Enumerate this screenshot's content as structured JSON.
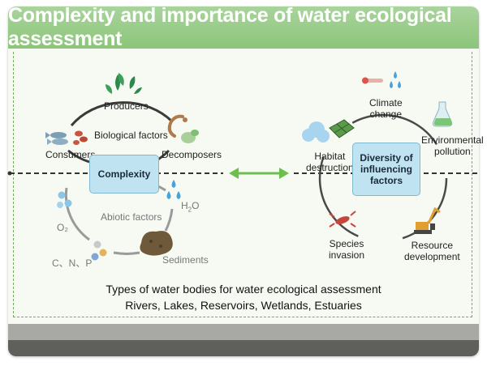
{
  "title": "Complexity and importance of water ecological assessment",
  "left_cycle": {
    "center": "Complexity",
    "producers": "Producers",
    "consumers": "Consumers",
    "decomposers": "Decomposers",
    "biological": "Biological factors",
    "abiotic": "Abiotic factors",
    "o2": "O₂",
    "h2o_h": "H",
    "h2o_2": "2",
    "h2o_o": "O",
    "cnp": "C、N、P",
    "sediments": "Sediments"
  },
  "right_cycle": {
    "center_line1": "Diversity of",
    "center_line2": "influencing",
    "center_line3": "factors",
    "climate_1": "Climate",
    "climate_2": "change",
    "env_1": "Environmental",
    "env_2": "pollution",
    "habitat_1": "Habitat",
    "habitat_2": "destruction",
    "species_1": "Species",
    "species_2": "invasion",
    "resource_1": "Resource",
    "resource_2": "development"
  },
  "footer": {
    "line1": "Types of water bodies for water ecological assessment",
    "line2": "Rivers, Lakes, Reservoirs, Wetlands, Estuaries"
  },
  "colors": {
    "banner": "#8cc57a",
    "box": "#bfe3f0",
    "arrow": "#6cbf4f"
  }
}
